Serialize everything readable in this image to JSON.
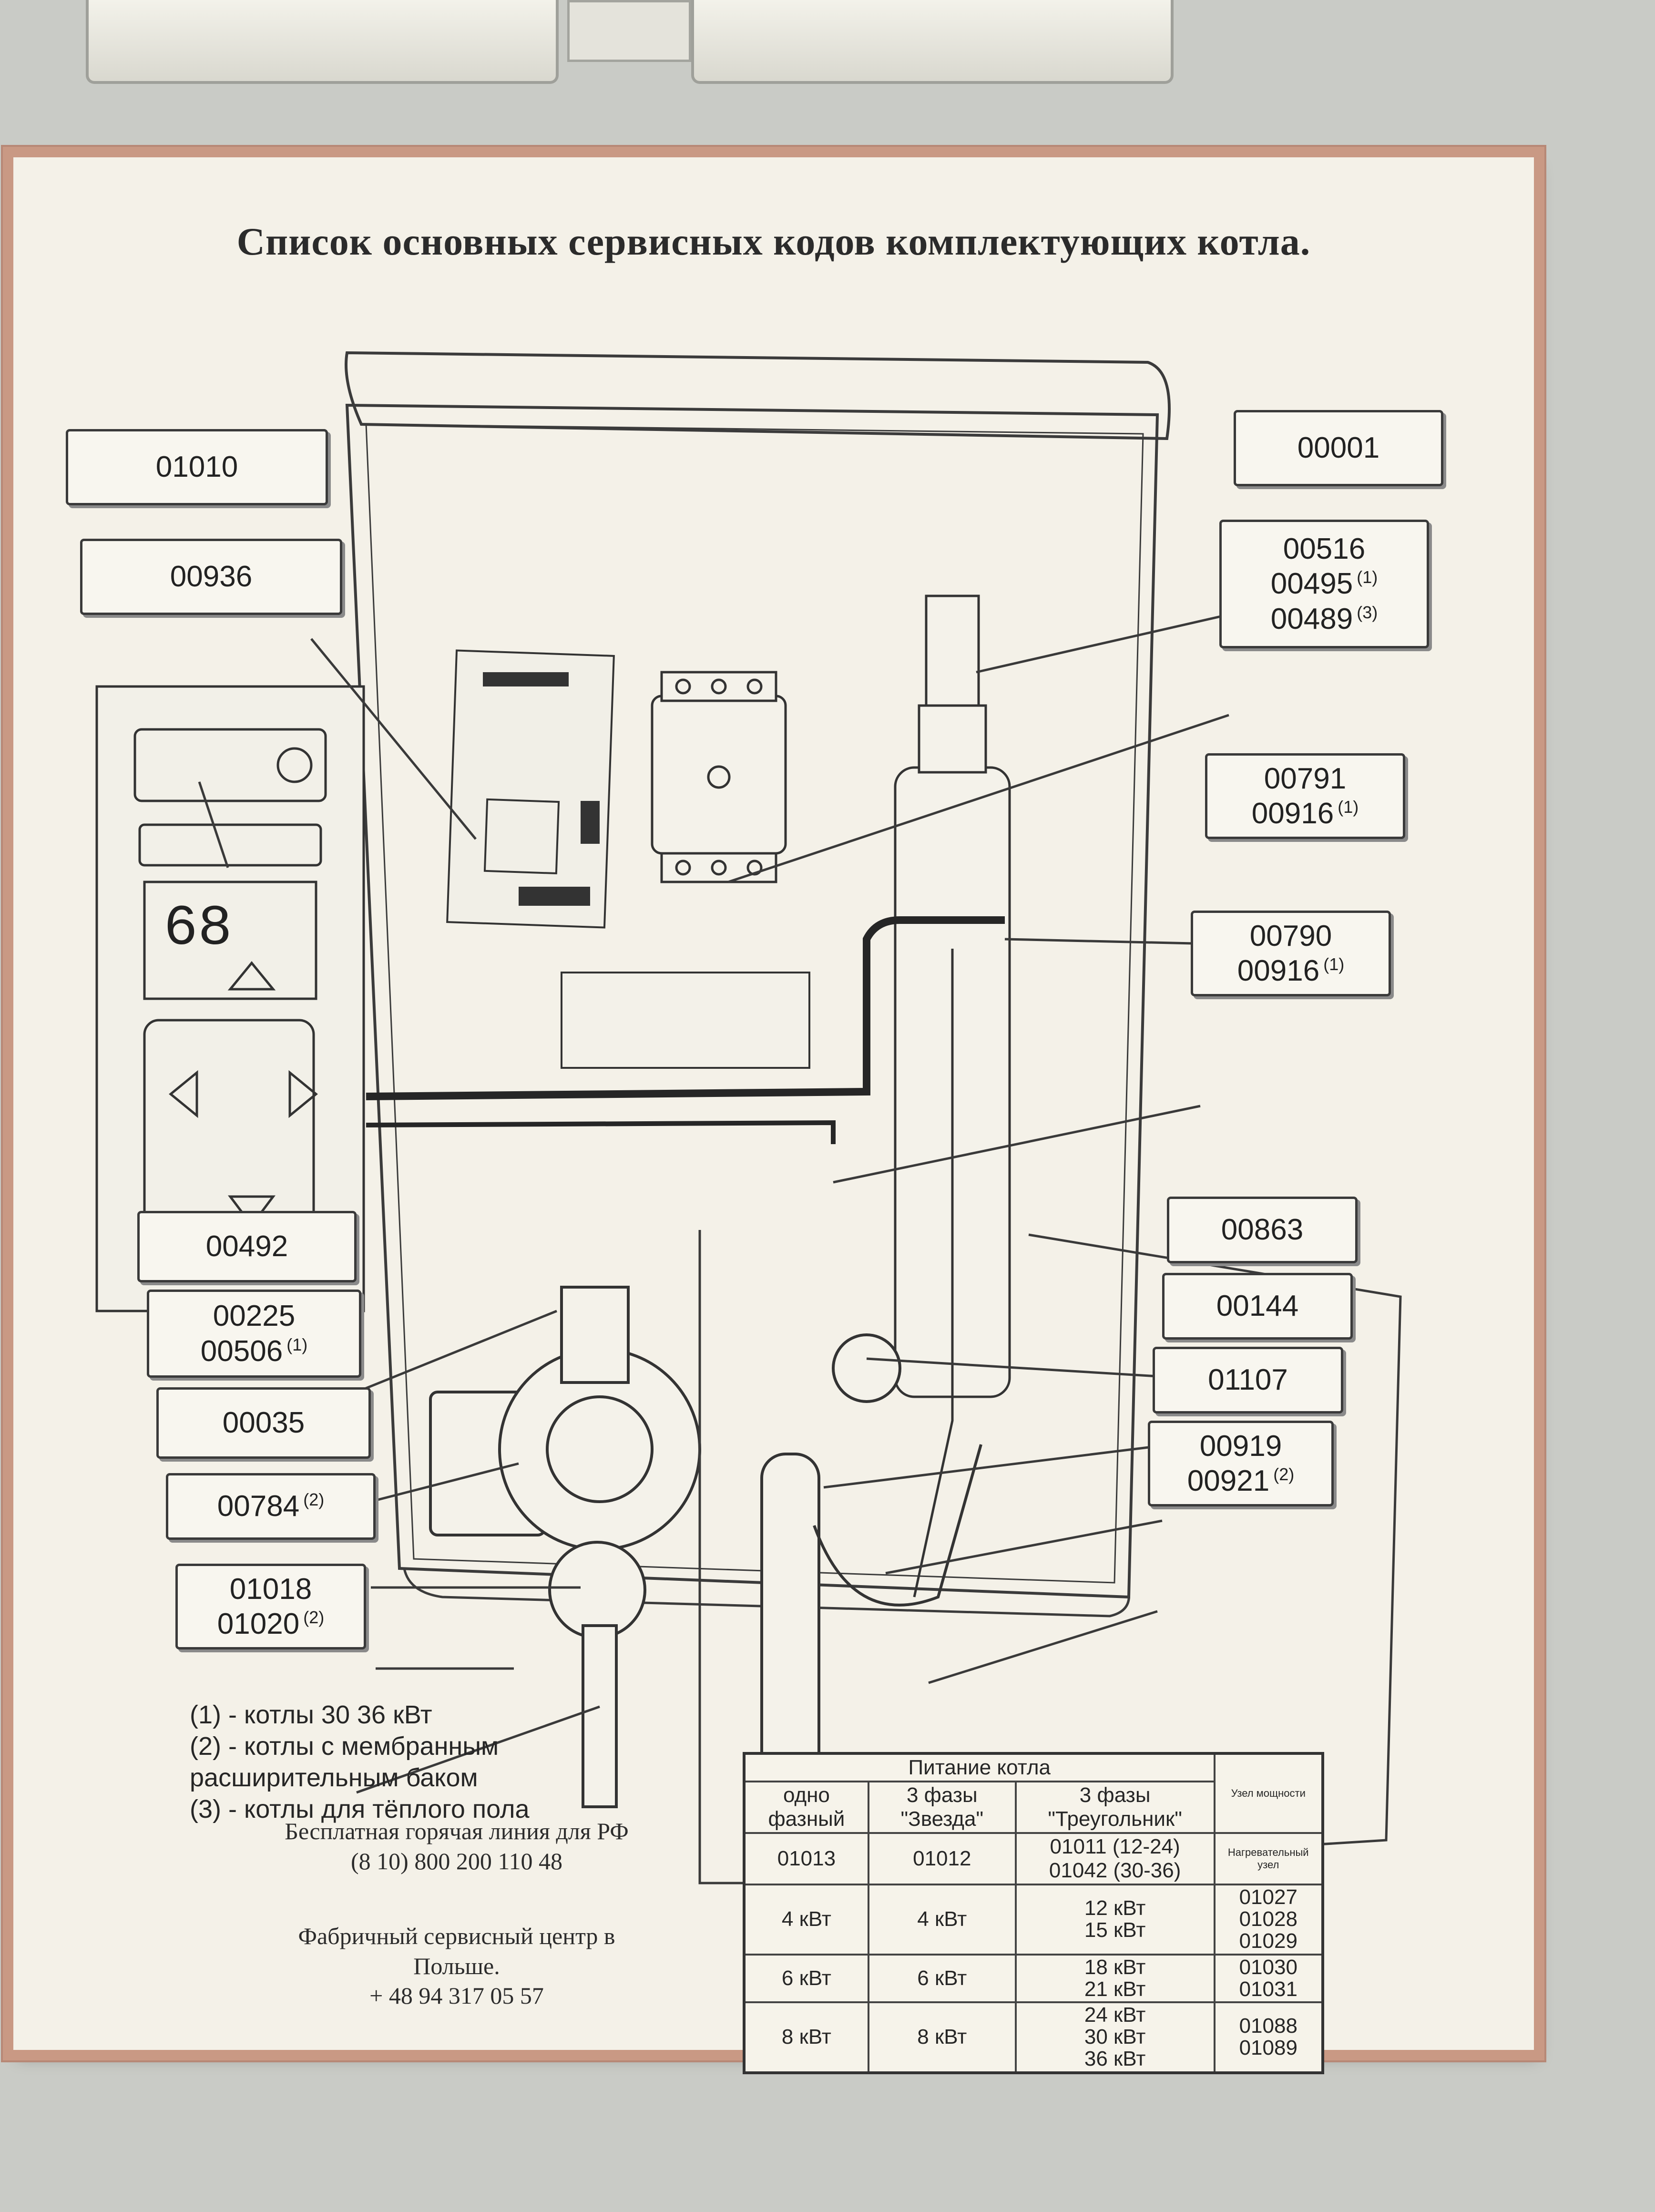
{
  "title": "Список основных сервисных кодов комплектующих котла.",
  "panel_display": "68",
  "codes_left": [
    {
      "id": "01010",
      "lines": [
        [
          "01010",
          ""
        ]
      ]
    },
    {
      "id": "00936",
      "lines": [
        [
          "00936",
          ""
        ]
      ]
    },
    {
      "id": "00492",
      "lines": [
        [
          "00492",
          ""
        ]
      ]
    },
    {
      "id": "00225",
      "lines": [
        [
          "00225",
          ""
        ],
        [
          "00506",
          "(1)"
        ]
      ]
    },
    {
      "id": "00035",
      "lines": [
        [
          "00035",
          ""
        ]
      ]
    },
    {
      "id": "00784",
      "lines": [
        [
          "00784",
          "(2)"
        ]
      ]
    },
    {
      "id": "01018",
      "lines": [
        [
          "01018",
          ""
        ],
        [
          "01020",
          "(2)"
        ]
      ]
    }
  ],
  "codes_right": [
    {
      "id": "00001",
      "lines": [
        [
          "00001",
          ""
        ]
      ]
    },
    {
      "id": "00516",
      "lines": [
        [
          "00516",
          ""
        ],
        [
          "00495",
          "(1)"
        ],
        [
          "00489",
          "(3)"
        ]
      ]
    },
    {
      "id": "00791",
      "lines": [
        [
          "00791",
          ""
        ],
        [
          "00916",
          "(1)"
        ]
      ]
    },
    {
      "id": "00790",
      "lines": [
        [
          "00790",
          ""
        ],
        [
          "00916",
          "(1)"
        ]
      ]
    },
    {
      "id": "00863",
      "lines": [
        [
          "00863",
          ""
        ]
      ]
    },
    {
      "id": "00144",
      "lines": [
        [
          "00144",
          ""
        ]
      ]
    },
    {
      "id": "01107",
      "lines": [
        [
          "01107",
          ""
        ]
      ]
    },
    {
      "id": "00919",
      "lines": [
        [
          "00919",
          ""
        ],
        [
          "00921",
          "(2)"
        ]
      ]
    }
  ],
  "notes": [
    "(1) - котлы 30 36 кВт",
    "(2) - котлы с мембранным",
    "расширительным баком",
    "(3) - котлы для тёплого пола"
  ],
  "contacts": {
    "hotline_label": "Бесплатная горячая линия для РФ",
    "hotline_phone": "(8 10) 800 200 110 48",
    "factory_label_1": "Фабричный сервисный центр в",
    "factory_label_2": "Польше.",
    "factory_phone": "+ 48 94 317 05 57"
  },
  "power_table": {
    "header_title": "Питание котла",
    "col_one_phase": "одно фазный",
    "col_star": "3 фазы \"Звезда\"",
    "col_triangle": "3 фазы \"Треугольник\"",
    "col_power_unit": "Узел мощности",
    "col_heating_unit": "Нагревательный узел",
    "code_one_phase": "01013",
    "code_star": "01012",
    "code_triangle_1": "01011 (12-24)",
    "code_triangle_2": "01042 (30-36)",
    "rows": [
      {
        "one": "4 кВт",
        "star": "4 кВт",
        "tri": [
          "12 кВт",
          "15 кВт"
        ],
        "codes": [
          "01027",
          "01028",
          "01029"
        ]
      },
      {
        "one": "6 кВт",
        "star": "6 кВт",
        "tri": [
          "18 кВт",
          "21 кВт"
        ],
        "codes": [
          "01030",
          "01031"
        ]
      },
      {
        "one": "8 кВт",
        "star": "8 кВт",
        "tri": [
          "24 кВт",
          "30 кВт",
          "36 кВт"
        ],
        "codes": [
          "01088",
          "01089"
        ]
      }
    ]
  }
}
